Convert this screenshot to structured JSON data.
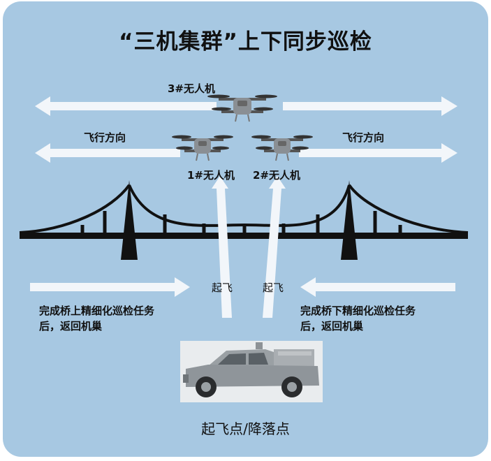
{
  "title": "“三机集群”上下同步巡检",
  "drone3_label": "3#无人机",
  "drone1_label": "1#无人机",
  "drone2_label": "2#无人机",
  "flight_direction_left": "飞行方向",
  "flight_direction_right": "飞行方向",
  "takeoff_left": "起飞",
  "takeoff_right": "起飞",
  "note_left": [
    "完成桥上精细化巡检任务",
    "后，返回机巢"
  ],
  "note_right": [
    "完成桥下精细化巡检任务",
    "后，返回机巢"
  ],
  "base_label": "起飞点/降落点",
  "colors": {
    "background": "#a7c8e2",
    "arrow": "#f2f6fa",
    "bridge": "#111111"
  }
}
